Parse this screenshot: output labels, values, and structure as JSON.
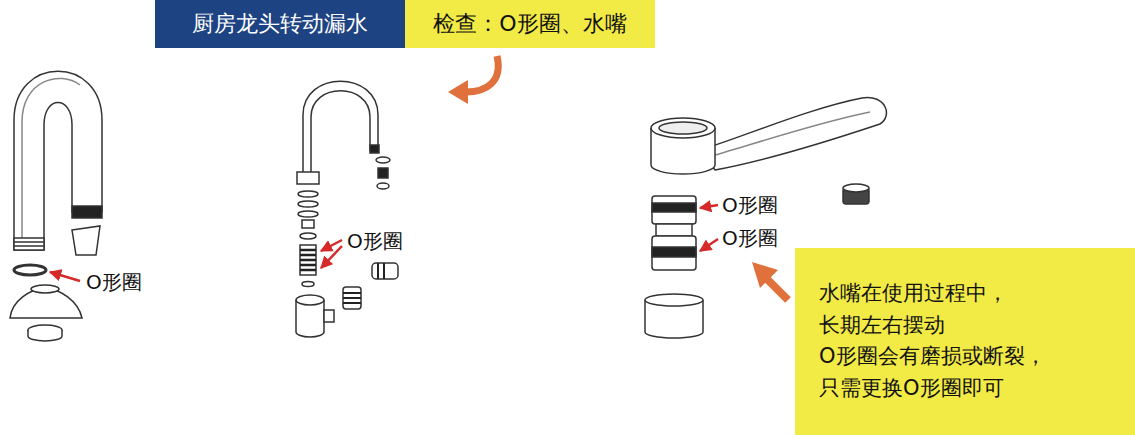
{
  "diagram": {
    "nodes": [
      {
        "text": [
          "厨房龙头转动漏水"
        ]
      },
      {
        "text": [
          "检查：O形圈、水嘴"
        ]
      },
      {
        "text": [
          "水嘴在使用过程中， 长期左右摆动 O形圈会有磨损或断裂， 只需更换O形圈即可"
        ]
      }
    ],
    "labels": [
      "O形圈",
      "O形圈",
      "O形圈",
      "O形圈"
    ]
  }
}
